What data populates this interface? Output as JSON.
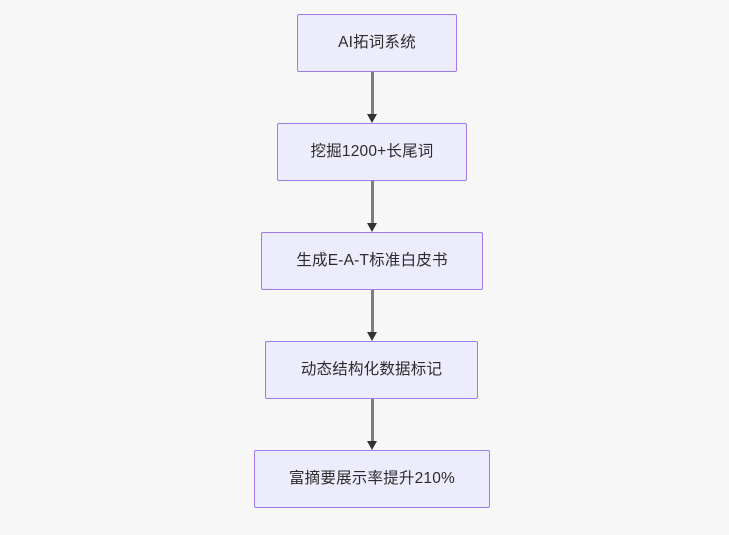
{
  "diagram": {
    "type": "flowchart",
    "direction": "top-to-bottom",
    "background_color": "#f7f7f7",
    "node_fill_color": "#ececfd",
    "node_border_color": "#9f7aea",
    "node_text_color": "#2b2b2b",
    "edge_color": "#7d7d7d",
    "arrowhead_color": "#333333",
    "nodes": [
      {
        "id": "n1",
        "label": "AI拓词系统"
      },
      {
        "id": "n2",
        "label": "挖掘1200+长尾词"
      },
      {
        "id": "n3",
        "label": "生成E-A-T标准白皮书"
      },
      {
        "id": "n4",
        "label": "动态结构化数据标记"
      },
      {
        "id": "n5",
        "label": "富摘要展示率提升210%"
      }
    ],
    "edges": [
      {
        "from": "n1",
        "to": "n2",
        "label": ""
      },
      {
        "from": "n2",
        "to": "n3",
        "label": ""
      },
      {
        "from": "n3",
        "to": "n4",
        "label": ""
      },
      {
        "from": "n4",
        "to": "n5",
        "label": ""
      }
    ]
  }
}
